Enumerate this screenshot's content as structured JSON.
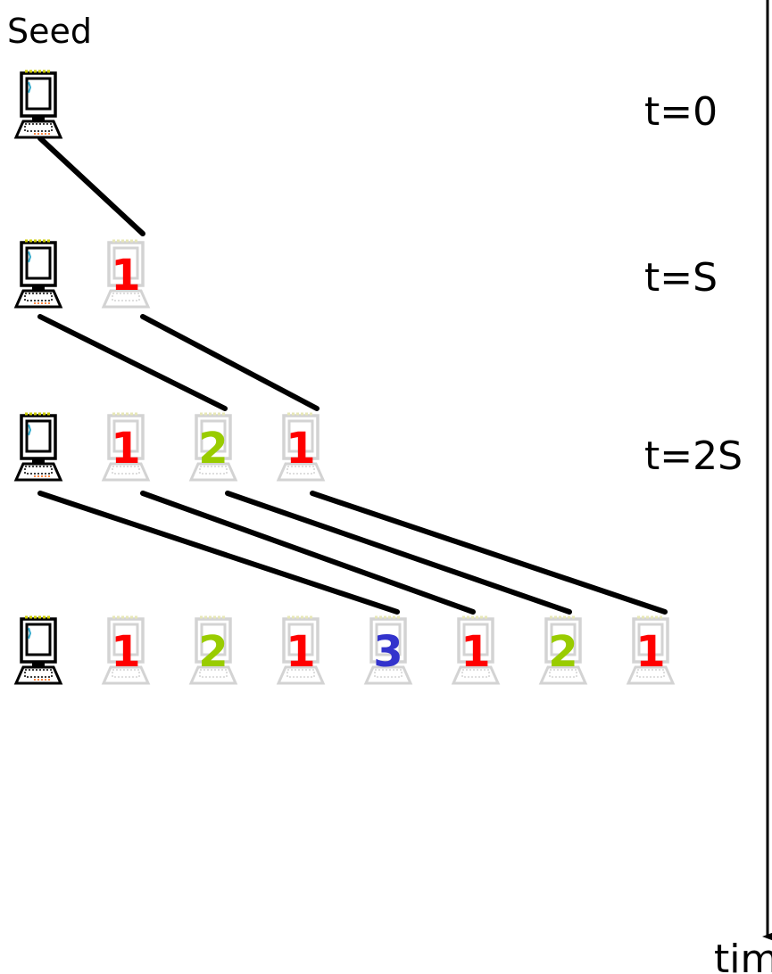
{
  "seed_label": "Seed",
  "time_axis_label": "time",
  "colors": {
    "round_1": "#ff0000",
    "round_2": "#99cc00",
    "round_3": "#3333cc",
    "line": "#000000"
  },
  "rows": [
    {
      "time_label": "t=0",
      "peers": []
    },
    {
      "time_label": "t=S",
      "peers": [
        {
          "round": "1"
        }
      ]
    },
    {
      "time_label": "t=2S",
      "peers": [
        {
          "round": "1"
        },
        {
          "round": "2"
        },
        {
          "round": "1"
        }
      ]
    },
    {
      "time_label": "",
      "peers": [
        {
          "round": "1"
        },
        {
          "round": "2"
        },
        {
          "round": "1"
        },
        {
          "round": "3"
        },
        {
          "round": "1"
        },
        {
          "round": "2"
        },
        {
          "round": "1"
        }
      ]
    }
  ]
}
